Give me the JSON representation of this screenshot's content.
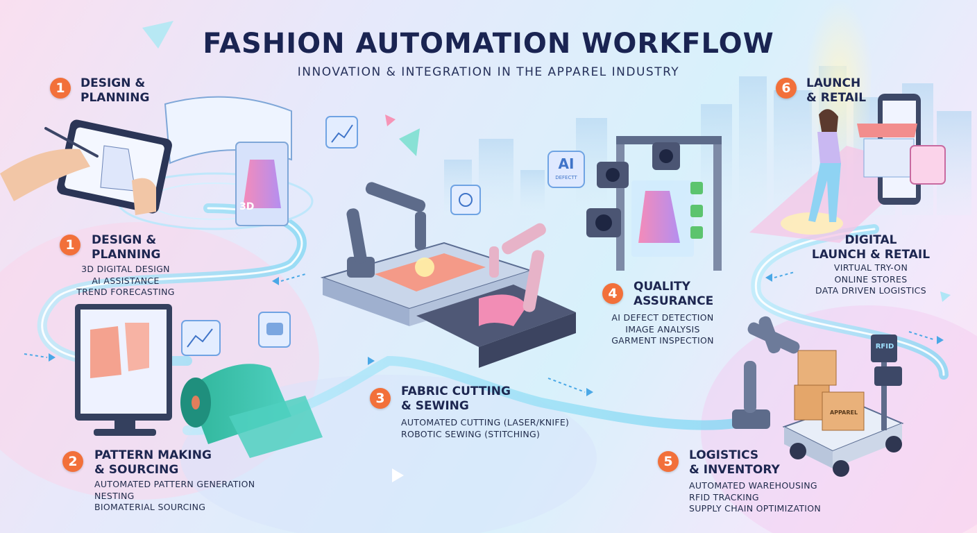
{
  "header": {
    "title": "FASHION AUTOMATION WORKFLOW",
    "subtitle": "INNOVATION & INTEGRATION IN THE APPAREL INDUSTRY"
  },
  "stages": {
    "design_top": {
      "number": "1",
      "title_line1": "DESIGN &",
      "title_line2": "PLANNING"
    },
    "design": {
      "number": "1",
      "title_line1": "DESIGN &",
      "title_line2": "PLANNING",
      "items": [
        "3D DIGITAL DESIGN",
        "AI ASSISTANCE",
        "TREND FORECASTING"
      ]
    },
    "pattern": {
      "number": "2",
      "title_line1": "PATTERN MAKING",
      "title_line2": "& SOURCING",
      "items": [
        "AUTOMATED PATTERN GENERATION",
        "NESTING",
        "BIOMATERIAL SOURCING"
      ]
    },
    "cutting": {
      "number": "3",
      "title_line1": "FABRIC CUTTING",
      "title_line2": "& SEWING",
      "items": [
        "AUTOMATED CUTTING (LASER/KNIFE)",
        "ROBOTIC SEWING (STITCHING)"
      ]
    },
    "quality": {
      "number": "4",
      "title_line1": "QUALITY",
      "title_line2": "ASSURANCE",
      "items": [
        "AI DEFECT DETECTION",
        "IMAGE ANALYSIS",
        "GARMENT INSPECTION"
      ]
    },
    "logistics": {
      "number": "5",
      "title_line1": "LOGISTICS",
      "title_line2": "& INVENTORY",
      "items": [
        "AUTOMATED WAREHOUSING",
        "RFID TRACKING",
        "SUPPLY CHAIN OPTIMIZATION"
      ]
    },
    "launch_top": {
      "number": "6",
      "title_line1": "LAUNCH",
      "title_line2": "& RETAIL"
    },
    "launch": {
      "title_line1": "DIGITAL",
      "title_line2": "LAUNCH & RETAIL",
      "items": [
        "VIRTUAL TRY-ON",
        "ONLINE STORES",
        "DATA DRIVEN LOGISTICS"
      ]
    }
  },
  "illustration_labels": {
    "label_3d": "3D",
    "ai_sign": "AI",
    "ai_sign_sub": "DEFECTT",
    "rfid": "RFID",
    "box_label": "APPAREL"
  },
  "colors": {
    "badge": "#f2703a",
    "title": "#1a2452",
    "path": "#8fdcf5"
  }
}
